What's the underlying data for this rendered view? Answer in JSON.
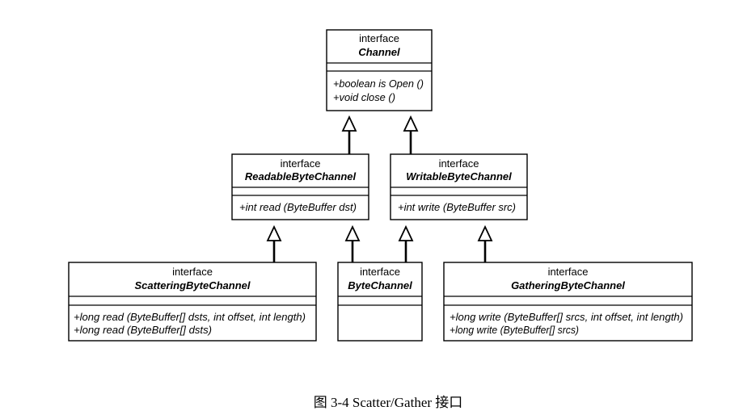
{
  "diagram": {
    "classes": [
      {
        "stereotype": "interface",
        "name": "Channel",
        "methods": [
          "+boolean is Open ()",
          "+void close ()"
        ]
      },
      {
        "stereotype": "interface",
        "name": "ReadableByteChannel",
        "methods": [
          "+int read (ByteBuffer dst)"
        ]
      },
      {
        "stereotype": "interface",
        "name": "WritableByteChannel",
        "methods": [
          "+int write (ByteBuffer src)"
        ]
      },
      {
        "stereotype": "interface",
        "name": "ScatteringByteChannel",
        "methods": [
          "+long read (ByteBuffer[] dsts, int offset, int length)",
          "+long read (ByteBuffer[] dsts)"
        ]
      },
      {
        "stereotype": "interface",
        "name": "ByteChannel",
        "methods": []
      },
      {
        "stereotype": "interface",
        "name": "GatheringByteChannel",
        "methods": [
          "+long write (ByteBuffer[] srcs, int offset, int length)",
          "+long write (ByteBuffer[] srcs)"
        ]
      }
    ]
  },
  "caption": "图 3-4 Scatter/Gather 接口"
}
